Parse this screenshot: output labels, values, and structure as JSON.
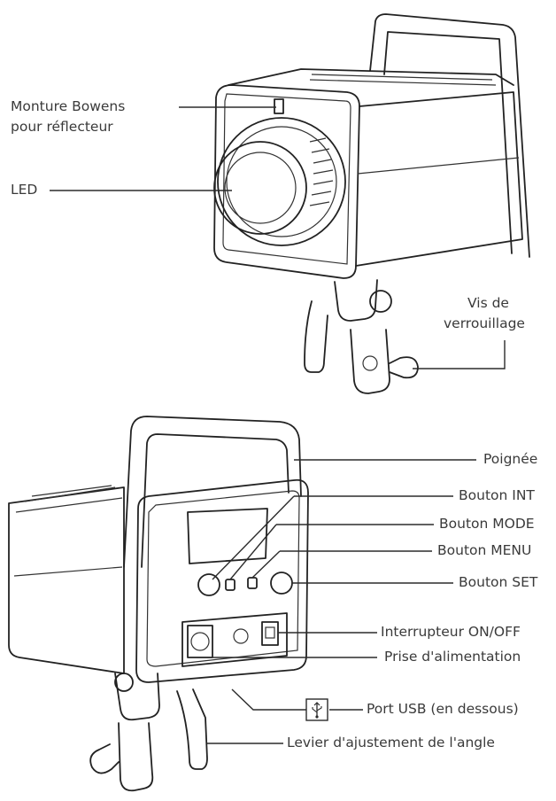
{
  "top_labels": {
    "bowens_line1": "Monture Bowens",
    "bowens_line2": "pour réflecteur",
    "led": "LED",
    "vis_line1": "Vis de",
    "vis_line2": "verrouillage"
  },
  "bottom_labels": {
    "handle": "Poignée",
    "int_button": "Bouton INT",
    "mode_button": "Bouton MODE",
    "menu_button": "Bouton MENU",
    "set_button": "Bouton SET",
    "power_switch": "Interrupteur ON/OFF",
    "power_socket": "Prise d'alimentation",
    "usb_port": "Port USB (en dessous)",
    "angle_lever": "Levier d'ajustement de l'angle"
  },
  "icons": {
    "usb": "usb-icon"
  }
}
